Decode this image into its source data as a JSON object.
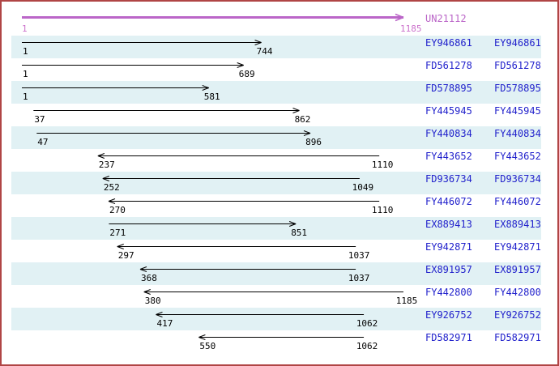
{
  "colors": {
    "border": "#b04545",
    "band": "#e1f1f4",
    "link_blue": "#2222cc",
    "reference_magenta": "#bb66c8",
    "scale_number_pink": "#cc72cc",
    "arrow_black": "#000000"
  },
  "chart_data": {
    "type": "bar",
    "subtype": "horizontal_interval_arrows",
    "title": "UN21112",
    "x_range": [
      1,
      1185
    ],
    "grid": false,
    "plot": {
      "x_origin": 25,
      "x_end": 496
    },
    "reference": {
      "name": "UN21112",
      "start": 1,
      "end": 1185,
      "direction": "forward"
    },
    "series": [
      {
        "name": "EY946861",
        "start": 1,
        "end": 744,
        "direction": "forward"
      },
      {
        "name": "FD561278",
        "start": 1,
        "end": 689,
        "direction": "forward"
      },
      {
        "name": "FD578895",
        "start": 1,
        "end": 581,
        "direction": "forward"
      },
      {
        "name": "FY445945",
        "start": 37,
        "end": 862,
        "direction": "forward"
      },
      {
        "name": "FY440834",
        "start": 47,
        "end": 896,
        "direction": "forward"
      },
      {
        "name": "FY443652",
        "start": 237,
        "end": 1110,
        "direction": "reverse"
      },
      {
        "name": "FD936734",
        "start": 252,
        "end": 1049,
        "direction": "reverse"
      },
      {
        "name": "FY446072",
        "start": 270,
        "end": 1110,
        "direction": "reverse"
      },
      {
        "name": "EX889413",
        "start": 271,
        "end": 851,
        "direction": "forward"
      },
      {
        "name": "EY942871",
        "start": 297,
        "end": 1037,
        "direction": "reverse"
      },
      {
        "name": "EX891957",
        "start": 368,
        "end": 1037,
        "direction": "reverse"
      },
      {
        "name": "FY442800",
        "start": 380,
        "end": 1185,
        "direction": "reverse"
      },
      {
        "name": "EY926752",
        "start": 417,
        "end": 1062,
        "direction": "reverse"
      },
      {
        "name": "FD582971",
        "start": 550,
        "end": 1062,
        "direction": "reverse"
      }
    ]
  }
}
